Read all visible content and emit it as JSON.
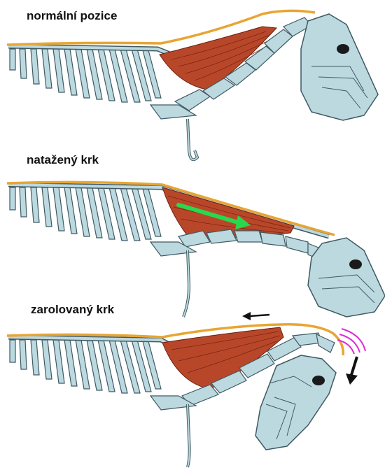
{
  "labels": {
    "normal": "normální pozice",
    "stretched": "natažený krk",
    "rolled": "zarolovaný krk"
  },
  "colors": {
    "bone": "#bcd9e0",
    "bone_outline": "#3f5a63",
    "muscle": "#b8472a",
    "ligament": "#e8a533",
    "green_arrow": "#29d84c",
    "black_arrow": "#111111",
    "pink_arc": "#e02ad6"
  },
  "icons": {
    "stretch_arrow": "green-arrow-icon",
    "pull_arrow": "black-arrow-icon",
    "flex_arrow": "black-arrow-icon",
    "pressure_arcs": "pink-arcs-icon"
  }
}
